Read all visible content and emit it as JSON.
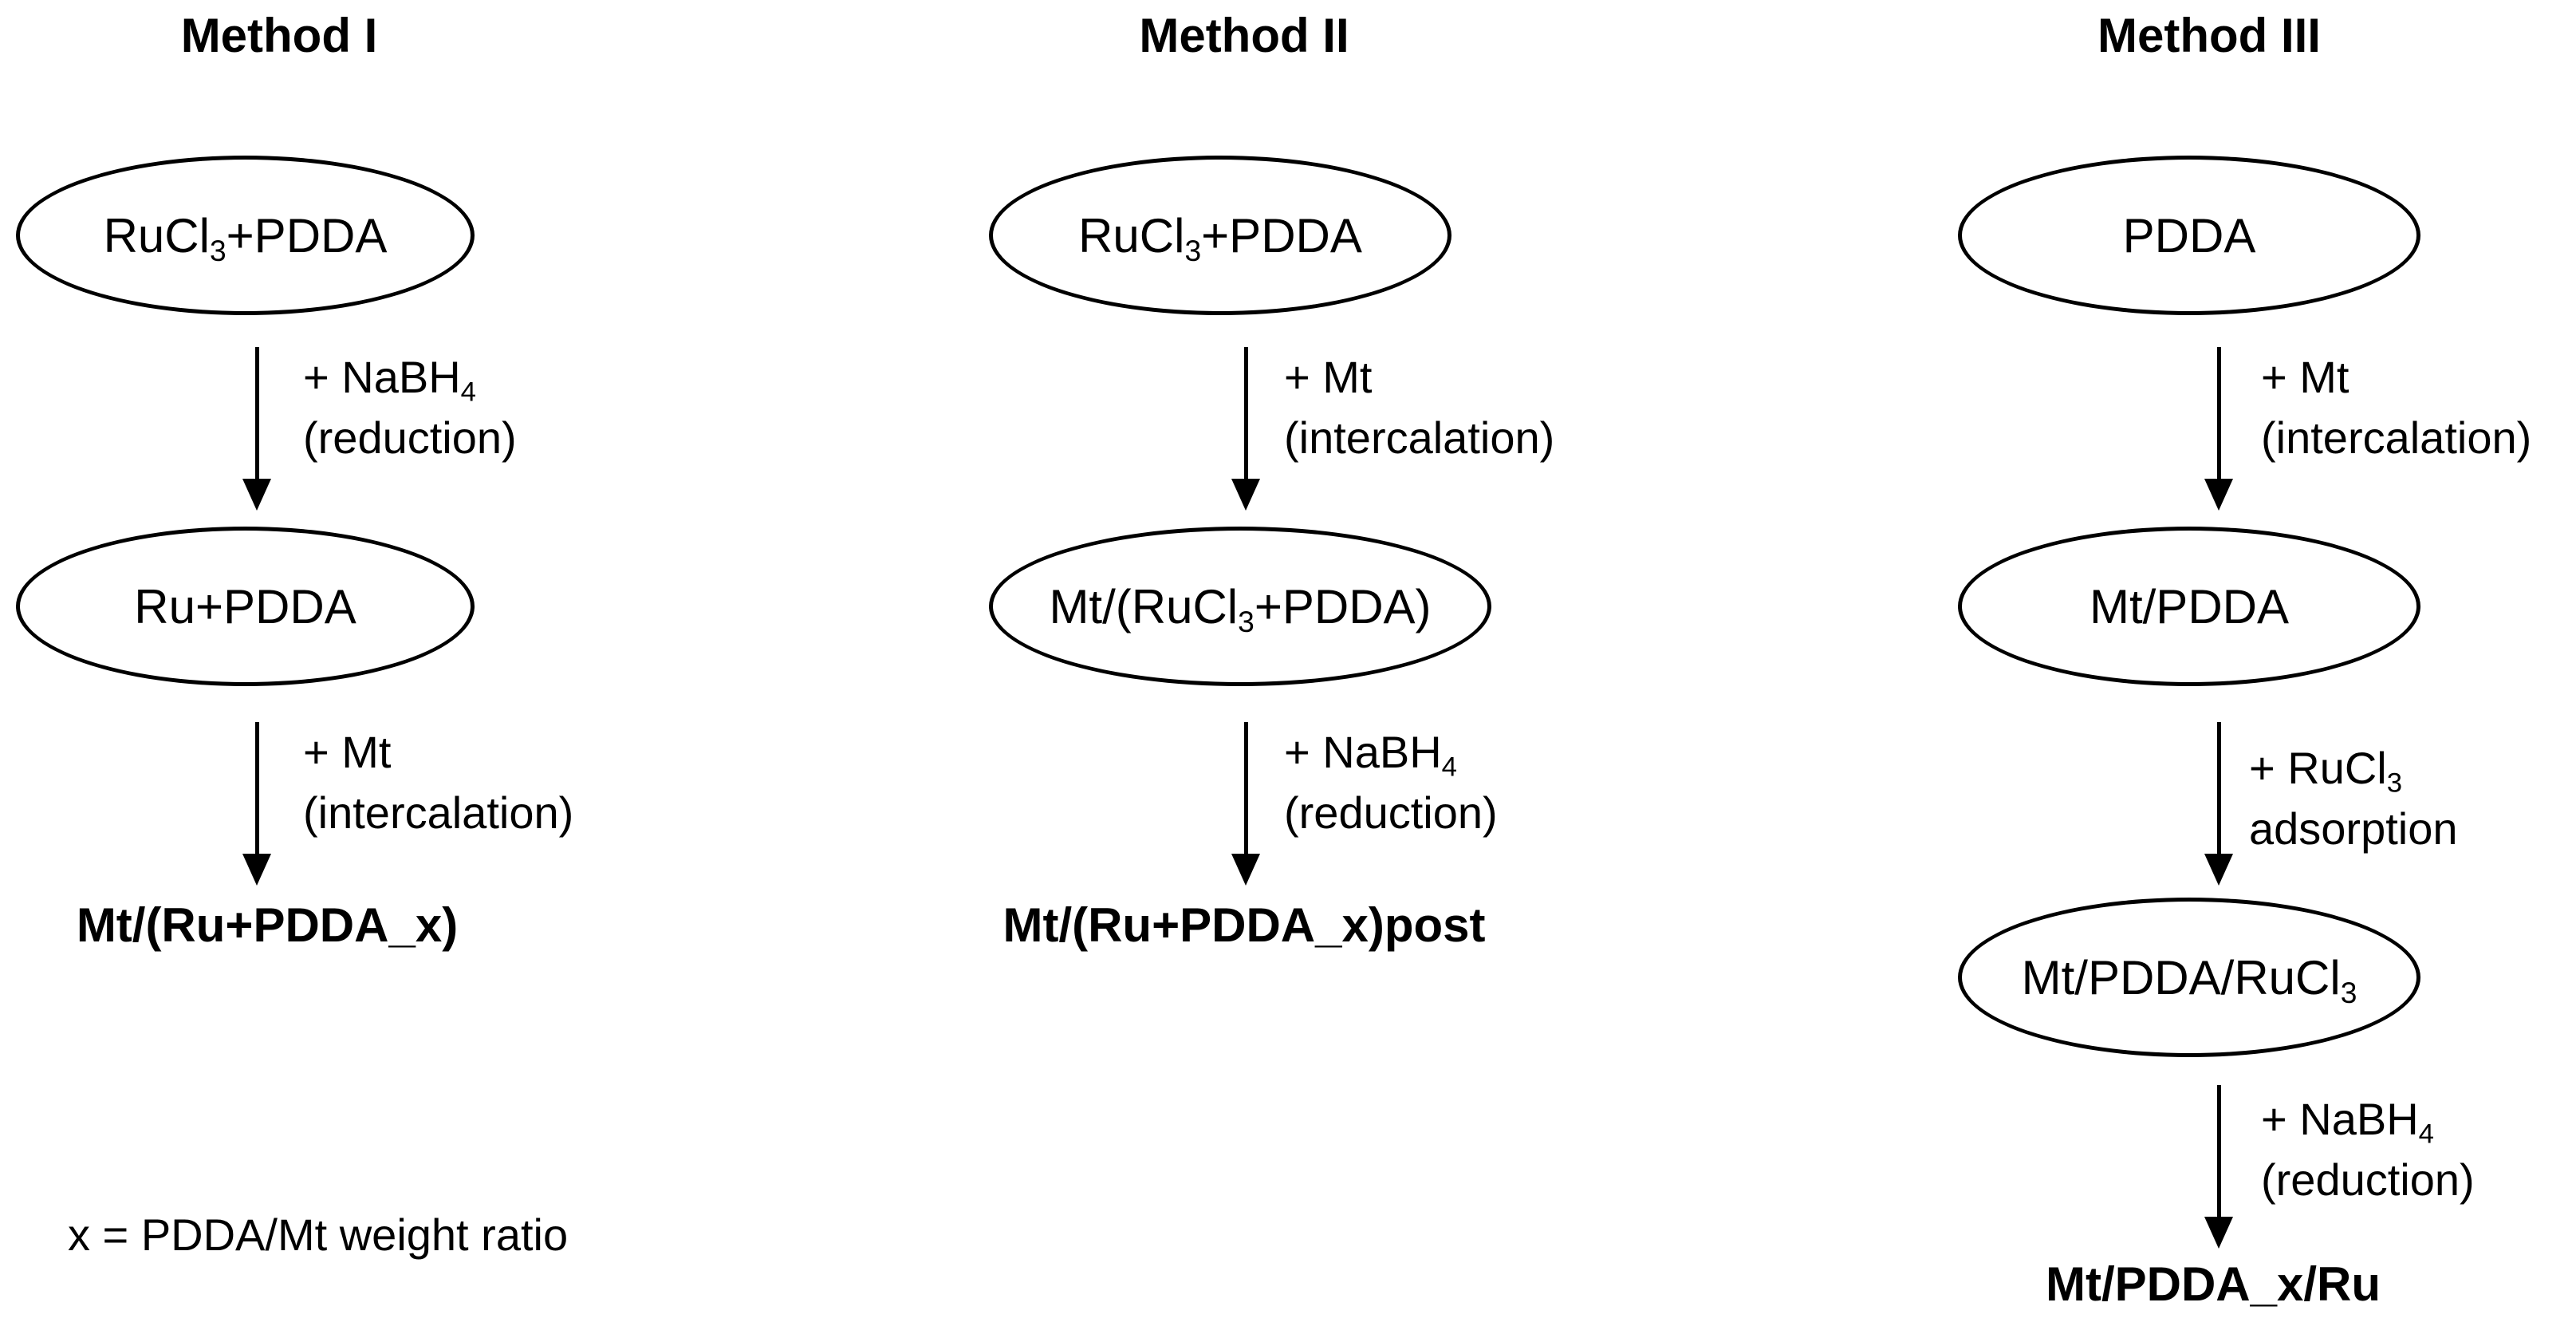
{
  "methods": [
    {
      "title": "Method I",
      "nodes": [
        "RuCl<sub>3</sub>+PDDA",
        "Ru+PDDA"
      ],
      "steps": [
        {
          "line1": "+ NaBH<sub>4</sub>",
          "line2": "(reduction)"
        },
        {
          "line1": "+ Mt",
          "line2": "(intercalation)"
        }
      ],
      "product": "Mt/(Ru+PDDA_x)"
    },
    {
      "title": "Method II",
      "nodes": [
        "RuCl<sub>3</sub>+PDDA",
        "Mt/(RuCl<sub>3</sub>+PDDA)"
      ],
      "steps": [
        {
          "line1": "+ Mt",
          "line2": "(intercalation)"
        },
        {
          "line1": "+ NaBH<sub>4</sub>",
          "line2": "(reduction)"
        }
      ],
      "product": "Mt/(Ru+PDDA_x)post"
    },
    {
      "title": "Method III",
      "nodes": [
        "PDDA",
        "Mt/PDDA",
        "Mt/PDDA/RuCl<sub>3</sub>"
      ],
      "steps": [
        {
          "line1": "+ Mt",
          "line2": "(intercalation)"
        },
        {
          "line1": "+ RuCl<sub>3</sub>",
          "line2": "adsorption"
        },
        {
          "line1": "+ NaBH<sub>4</sub>",
          "line2": "(reduction)"
        }
      ],
      "product": "Mt/PDDA_x/Ru"
    }
  ],
  "footnote": "x = PDDA/Mt weight ratio"
}
